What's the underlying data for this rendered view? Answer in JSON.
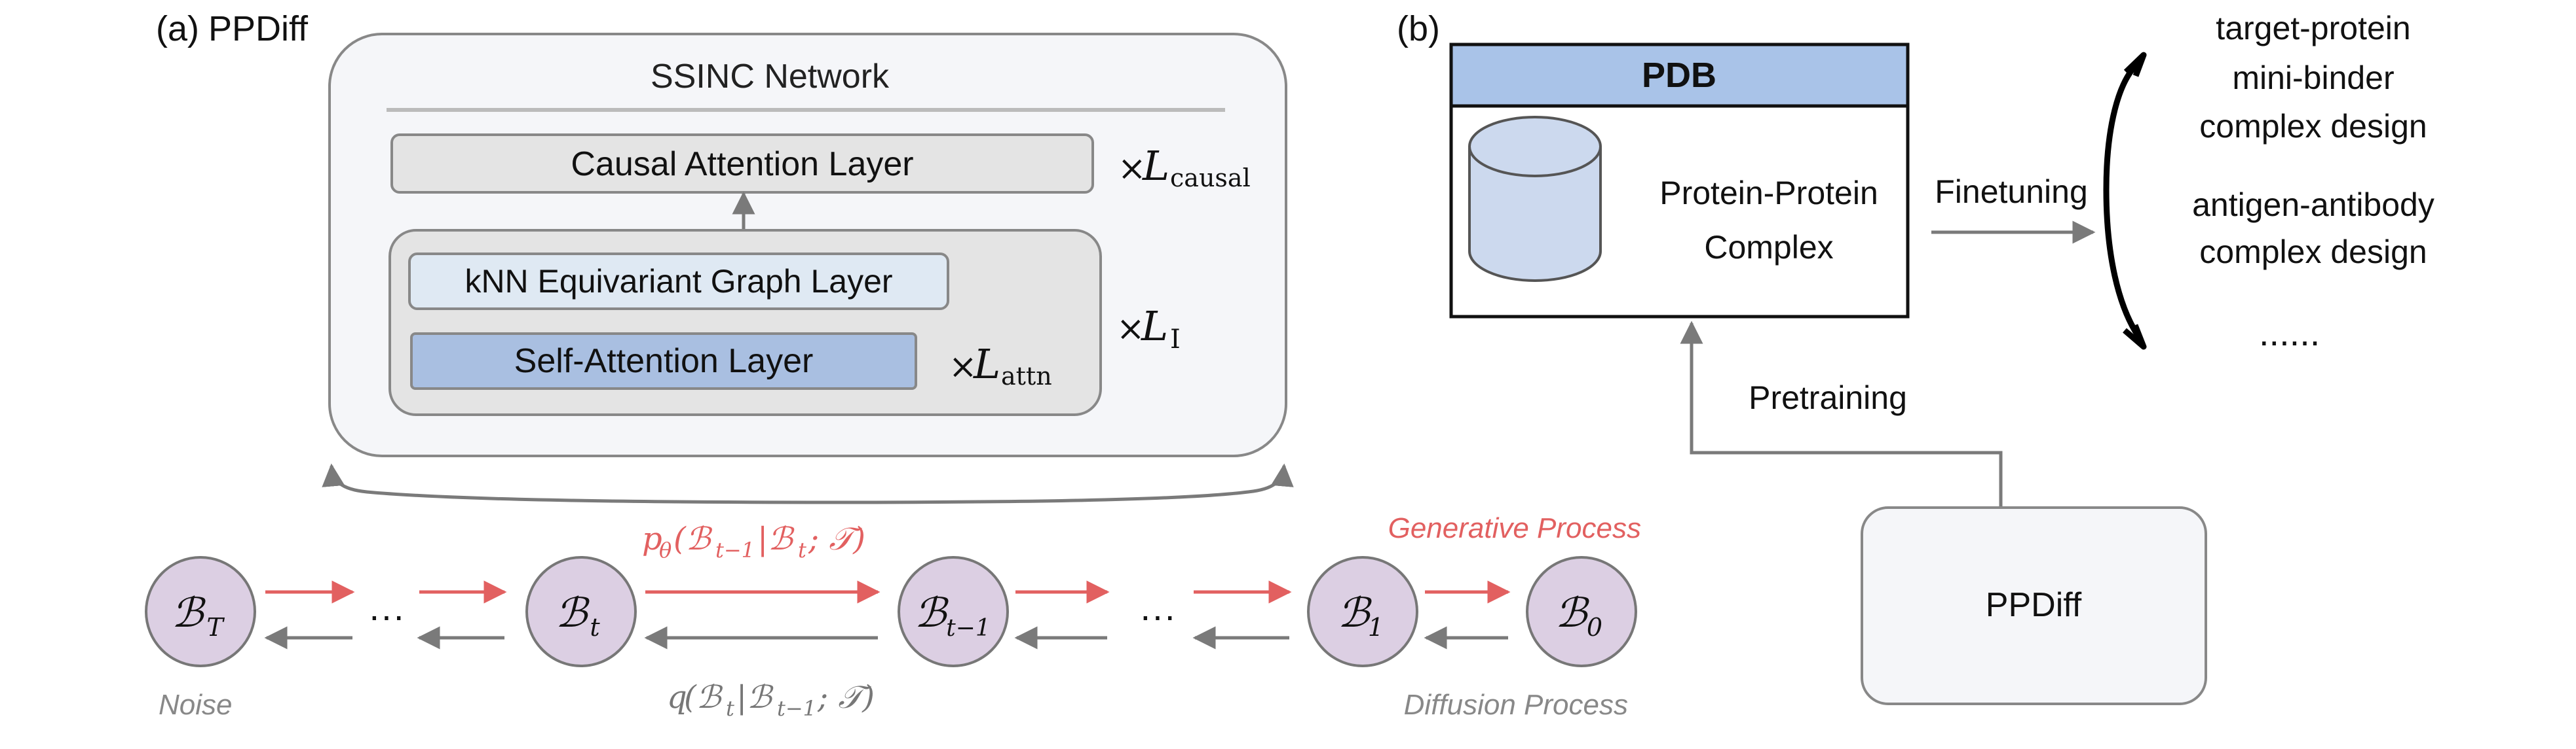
{
  "panel_a": {
    "label": "(a)",
    "title": "PPDiff",
    "network": {
      "title": "SSINC Network",
      "causal_layer": "Causal Attention Layer",
      "causal_mult_x": "×",
      "causal_mult_L": "L",
      "causal_mult_sub": "causal",
      "knn_layer": "kNN Equivariant Graph Layer",
      "self_attn_layer": "Self-Attention Layer",
      "attn_mult_x": "×",
      "attn_mult_L": "L",
      "attn_mult_sub": "attn",
      "inter_mult_x": "×",
      "inter_mult_L": "L",
      "inter_mult_sub": "I"
    },
    "chain": {
      "nodes": [
        {
          "main": "ℬ",
          "sub": "T"
        },
        {
          "main": "ℬ",
          "sub": "t"
        },
        {
          "main": "ℬ",
          "sub": "t−1"
        },
        {
          "main": "ℬ",
          "sub": "1"
        },
        {
          "main": "ℬ",
          "sub": "0"
        }
      ],
      "ellipsis_left": "···",
      "ellipsis_right": "···",
      "forward_formula": "p_θ(ℬ_{t−1}|ℬ_t; 𝒯)",
      "forward_formula_parts": {
        "p": "p",
        "theta": "θ",
        "body": "(ℬ",
        "sub1": "t−1",
        "mid": "|ℬ",
        "sub2": "t",
        "tail": "; 𝒯)"
      },
      "reverse_formula_parts": {
        "q": "q",
        "body": "(ℬ",
        "sub1": "t",
        "mid": "|ℬ",
        "sub2": "t−1",
        "tail": "; 𝒯)"
      },
      "generative_label": "Generative Process",
      "diffusion_label": "Diffusion Process",
      "noise_label": "Noise"
    },
    "colors": {
      "red": "#e26060",
      "gray": "#7a7a7a",
      "node_fill": "#dccfe3",
      "knn_fill": "#dfe9f3",
      "self_attn_fill": "#a9bfe1",
      "layer_gray": "#e4e4e4",
      "network_fill": "#f5f6f9"
    }
  },
  "panel_b": {
    "label": "(b)",
    "pdb_title": "PDB",
    "complex_line1": "Protein-Protein",
    "complex_line2": "Complex",
    "finetuning": "Finetuning",
    "pretraining": "Pretraining",
    "ppdiff_box": "PPDiff",
    "outputs": [
      {
        "line1": "target-protein",
        "line2": "mini-binder",
        "line3": "complex design"
      },
      {
        "line1": "antigen-antibody",
        "line2": "complex design"
      },
      {
        "line1": "......"
      }
    ],
    "colors": {
      "pdb_header": "#a9c3e8",
      "cylinder": "#ccd9ee"
    }
  }
}
